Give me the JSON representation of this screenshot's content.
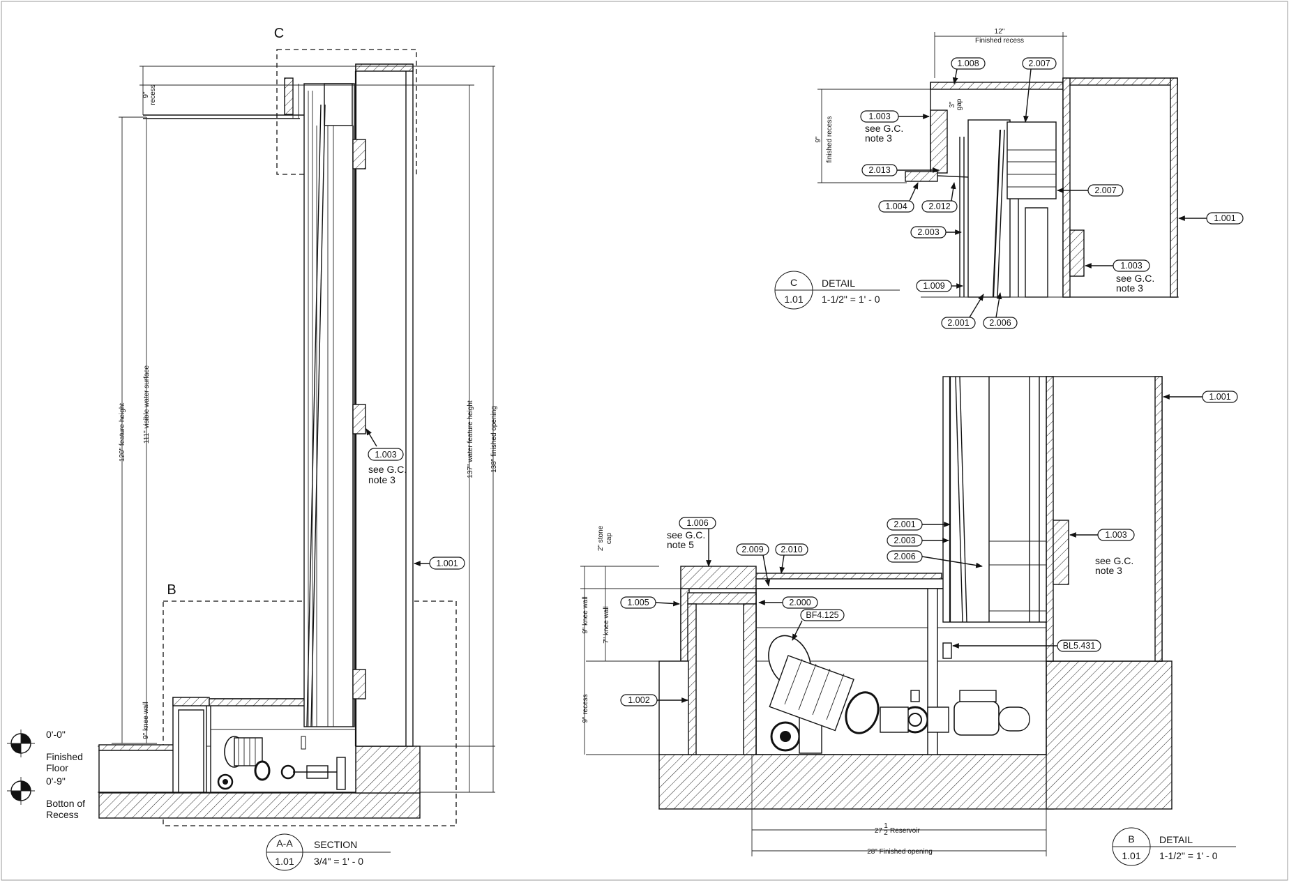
{
  "section_aa": {
    "bubble_top": "A-A",
    "bubble_bottom": "1.01",
    "title": "SECTION",
    "scale": "3/4\" = 1' - 0"
  },
  "detail_c": {
    "bubble_top": "C",
    "bubble_bottom": "1.01",
    "title": "DETAIL",
    "scale": "1-1/2\" = 1' - 0"
  },
  "detail_b": {
    "bubble_top": "B",
    "bubble_bottom": "1.01",
    "title": "DETAIL",
    "scale": "1-1/2\" = 1' - 0"
  },
  "view_markers": {
    "c": "C",
    "b": "B"
  },
  "elevations": {
    "finished_floor": {
      "value": "0'-0\"",
      "label_1": "Finished",
      "label_2": "Floor"
    },
    "bottom_of_recess": {
      "value": "0'-9\"",
      "label_1": "Botton of",
      "label_2": "Recess"
    }
  },
  "dimensions_section": {
    "recess": [
      "9\"",
      "recess"
    ],
    "feature_height": "120\" feature height",
    "visible_water_surface": "111\" visible water surface",
    "water_feature_height": "137\" water feature height",
    "finished_opening": "138\" finished opening",
    "knee_wall": "9\" knee wall"
  },
  "dimensions_detail_c": {
    "finished_recess_top": [
      "12\"",
      "Finished recess"
    ],
    "gap": [
      "3\"",
      "gap"
    ],
    "finished_recess_side": [
      "9\"",
      "finished recess"
    ]
  },
  "dimensions_detail_b": {
    "stone_cap": [
      "2\" stone",
      "cap"
    ],
    "knee_wall_9": "9\" knee wall",
    "knee_wall_7": "7\" knee wall",
    "recess": "9\" recess",
    "reservoir_whole": "27",
    "reservoir_num": "1",
    "reservoir_den": "2",
    "reservoir_label": "Reservoir",
    "finished_opening": "28\" Finished opening"
  },
  "tags_section": {
    "t1003": "1.003",
    "t1003_note": [
      "see G.C.",
      "note 3"
    ],
    "t1001": "1.001"
  },
  "tags_detail_c": {
    "t1008": "1.008",
    "t2007a": "2.007",
    "t1003a": "1.003",
    "t1003a_note": [
      "see G.C.",
      "note 3"
    ],
    "t2013": "2.013",
    "t1004": "1.004",
    "t2012": "2.012",
    "t2007b": "2.007",
    "t1001": "1.001",
    "t2003": "2.003",
    "t1003b": "1.003",
    "t1003b_note": [
      "see G.C.",
      "note 3"
    ],
    "t1009": "1.009",
    "t2001": "2.001",
    "t2006": "2.006"
  },
  "tags_detail_b": {
    "t1001": "1.001",
    "t1006": "1.006",
    "t1006_note": [
      "see G.C.",
      "note 5"
    ],
    "t2001": "2.001",
    "t2003": "2.003",
    "t2009": "2.009",
    "t2010": "2.010",
    "t2006": "2.006",
    "t1003": "1.003",
    "t1003_note": [
      "see G.C.",
      "note 3"
    ],
    "t1005": "1.005",
    "t2000": "2.000",
    "bf4125": "BF4.125",
    "bl5431": "BL5.431",
    "t1002": "1.002"
  }
}
